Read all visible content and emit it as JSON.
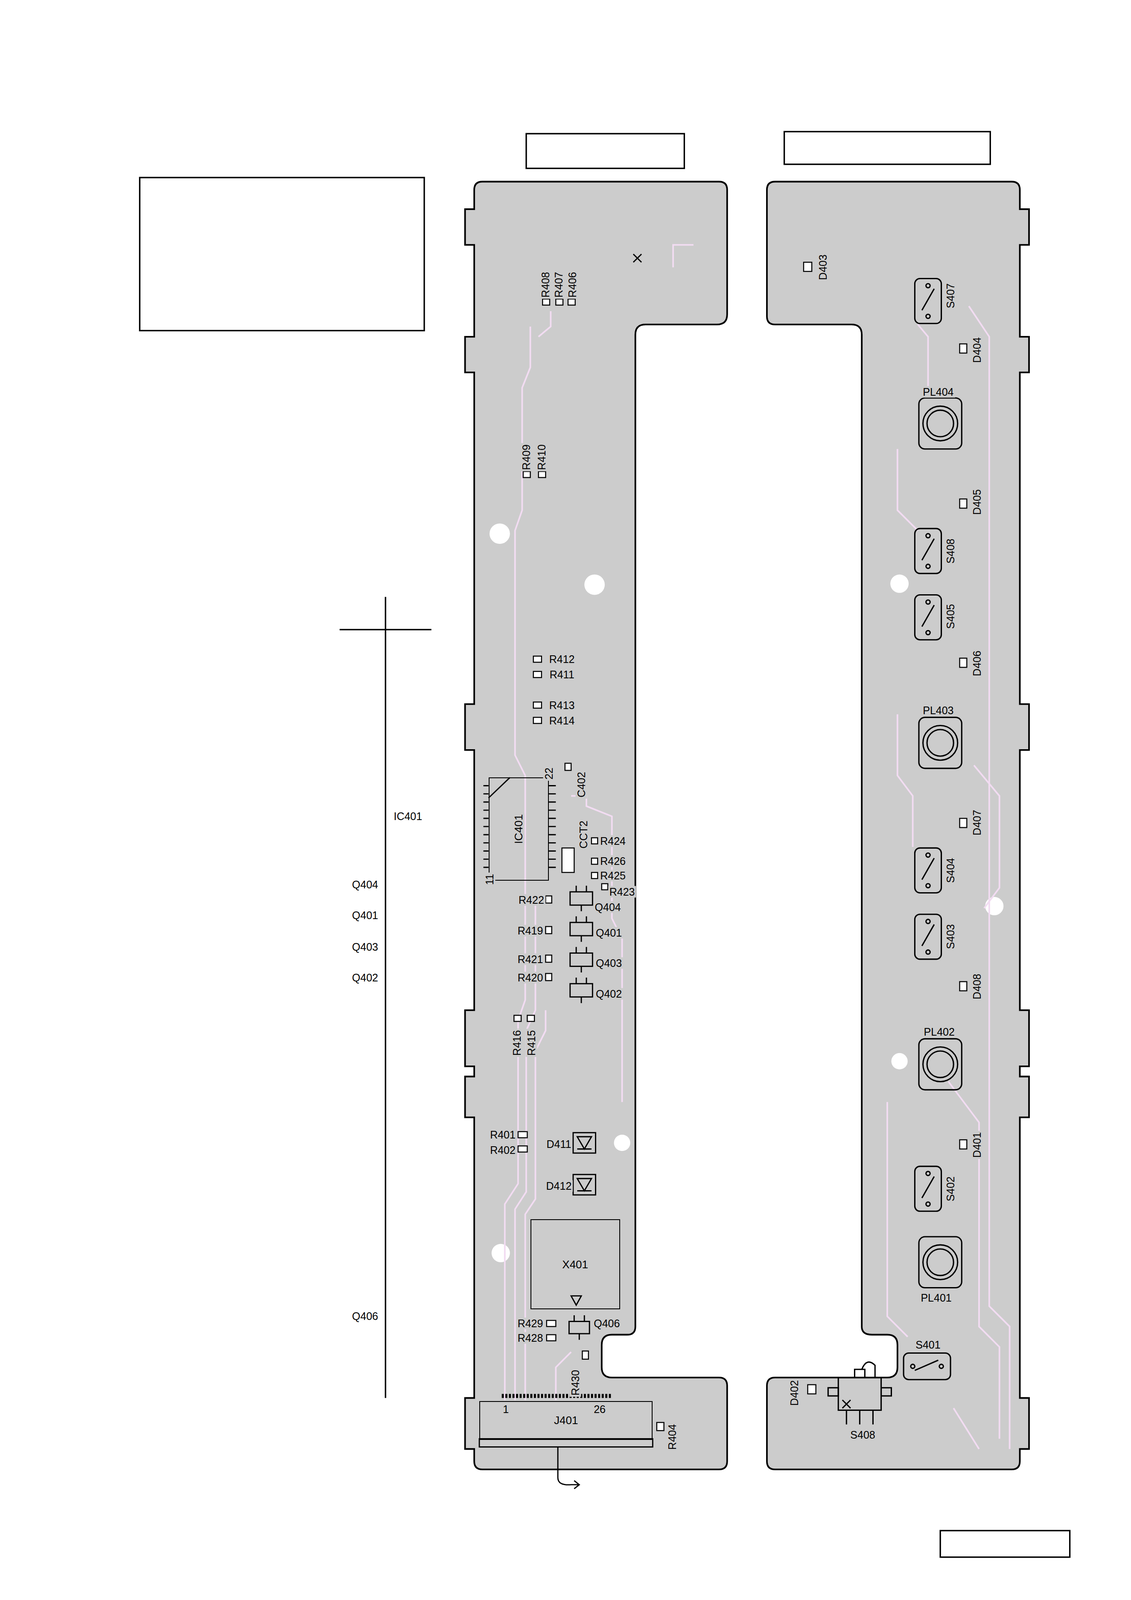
{
  "diagram": {
    "nodes": [
      {
        "text": [
          "IC401"
        ]
      },
      {
        "text": [
          "X401"
        ]
      },
      {
        "text": [
          "J401"
        ]
      }
    ],
    "labels": [
      "IC401",
      "Q404",
      "Q401",
      "Q403",
      "Q402",
      "Q406",
      "R408",
      "R407",
      "R406",
      "R409",
      "R410",
      "R412",
      "R411",
      "R413",
      "R414",
      "22",
      "C402",
      "11",
      "CCT2",
      "R424",
      "R426",
      "R425",
      "R423",
      "R422",
      "Q404",
      "R419",
      "Q401",
      "R421",
      "Q403",
      "R420",
      "Q402",
      "R416",
      "R415",
      "R401",
      "R402",
      "D411",
      "D412",
      "R429",
      "R428",
      "Q406",
      "R430",
      "1",
      "26",
      "R404",
      "D403",
      "S407",
      "D404",
      "PL404",
      "D405",
      "S408",
      "S405",
      "D406",
      "PL403",
      "D407",
      "S404",
      "S403",
      "D408",
      "PL402",
      "D401",
      "S402",
      "PL401",
      "S401",
      "D402",
      "S408"
    ]
  }
}
